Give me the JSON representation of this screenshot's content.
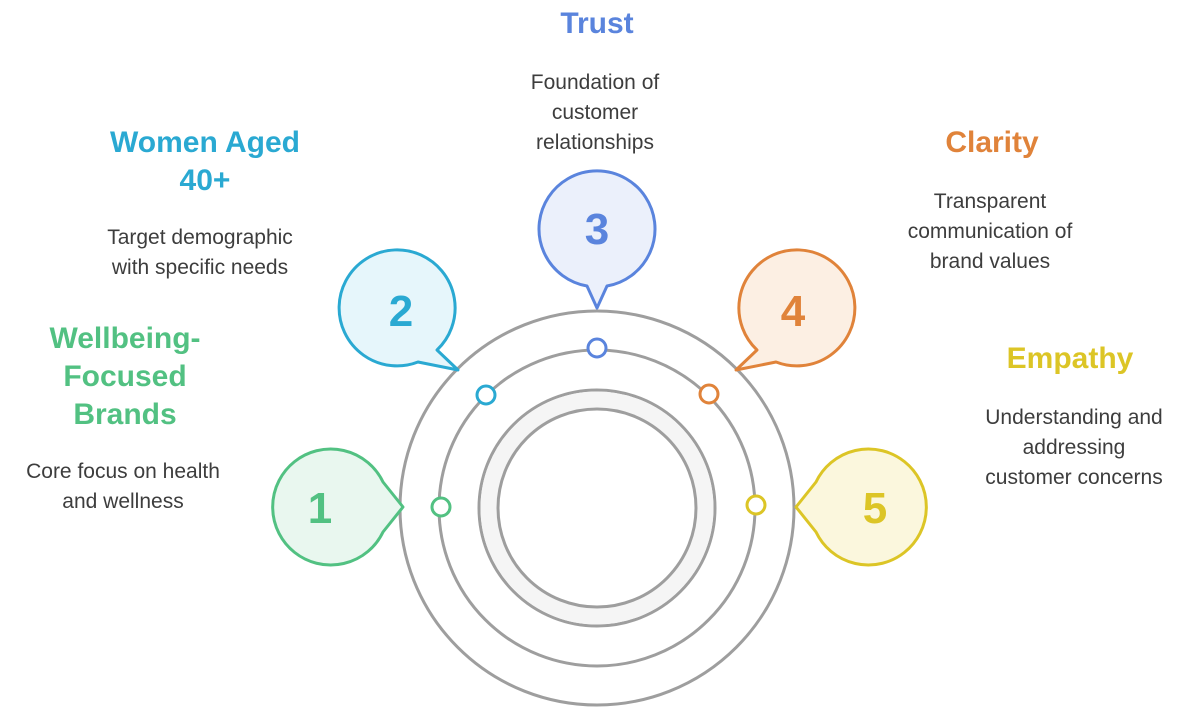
{
  "items": [
    {
      "number": "1",
      "title": "Wellbeing-Focused Brands",
      "title_lines": [
        "Wellbeing-",
        "Focused",
        "Brands"
      ],
      "description_lines": [
        "Core focus on health",
        "and wellness"
      ],
      "color": "#52c182",
      "fill": "#e9f7ef"
    },
    {
      "number": "2",
      "title": "Women Aged 40+",
      "title_lines": [
        "Women Aged",
        "40+"
      ],
      "description_lines": [
        "Target demographic",
        "with specific needs"
      ],
      "color": "#2aa9d2",
      "fill": "#e6f6fb"
    },
    {
      "number": "3",
      "title": "Trust",
      "title_lines": [
        "Trust"
      ],
      "description_lines": [
        "Foundation of",
        "customer",
        "relationships"
      ],
      "color": "#5a84dd",
      "fill": "#ebf0fb"
    },
    {
      "number": "4",
      "title": "Clarity",
      "title_lines": [
        "Clarity"
      ],
      "description_lines": [
        "Transparent",
        "communication of",
        "brand values"
      ],
      "color": "#e0833a",
      "fill": "#fcefe3"
    },
    {
      "number": "5",
      "title": "Empathy",
      "title_lines": [
        "Empathy"
      ],
      "description_lines": [
        "Understanding and",
        "addressing",
        "customer concerns"
      ],
      "color": "#dcc526",
      "fill": "#fbf7dd"
    }
  ],
  "colors": {
    "ring": "#9e9e9e",
    "inner_fill": "#f5f5f5",
    "text": "#3d3d3d"
  }
}
